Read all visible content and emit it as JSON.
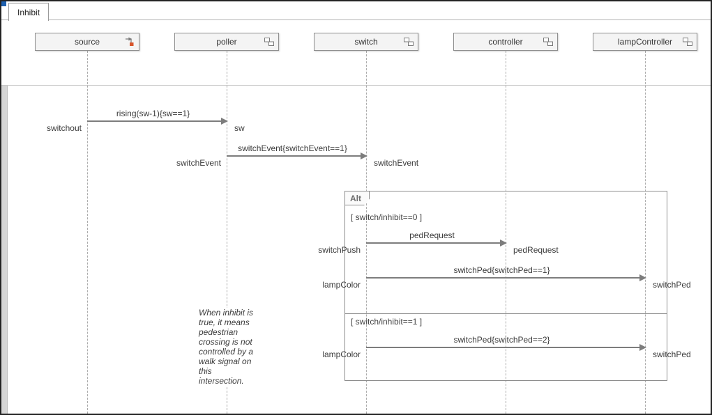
{
  "tab": {
    "label": "Inhibit"
  },
  "lifelines": [
    {
      "label": "source",
      "icon": "source-block-icon"
    },
    {
      "label": "poller",
      "icon": "subsystem-icon"
    },
    {
      "label": "switch",
      "icon": "subsystem-icon"
    },
    {
      "label": "controller",
      "icon": "subsystem-icon"
    },
    {
      "label": "lampController",
      "icon": "subsystem-icon"
    }
  ],
  "messages": [
    {
      "from": "source",
      "to": "poller",
      "label": "rising(sw-1){sw==1}",
      "from_label": "switchout",
      "to_label": "sw"
    },
    {
      "from": "poller",
      "to": "switch",
      "label": "switchEvent{switchEvent==1}",
      "from_label": "switchEvent",
      "to_label": "switchEvent"
    },
    {
      "from": "switch",
      "to": "controller",
      "label": "pedRequest",
      "from_label": "switchPush",
      "to_label": "pedRequest"
    },
    {
      "from": "switch",
      "to": "lampController",
      "label": "switchPed{switchPed==1}",
      "from_label": "lampColor",
      "to_label": "switchPed"
    },
    {
      "from": "switch",
      "to": "lampController",
      "label": "switchPed{switchPed==2}",
      "from_label": "lampColor",
      "to_label": "switchPed"
    }
  ],
  "fragment": {
    "operator": "Alt",
    "guards": [
      "[ switch/inhibit==0 ]",
      "[ switch/inhibit==1 ]"
    ]
  },
  "annotation": {
    "text": "When inhibit is true, it means pedestrian crossing is not controlled by a walk signal on this intersection."
  },
  "colors": {
    "arrow": "#7d7d7d",
    "accent_blue": "#1d5fae",
    "source_icon_accent": "#d8552b"
  }
}
